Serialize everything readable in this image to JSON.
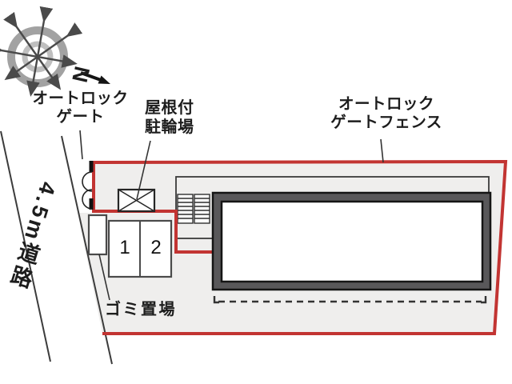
{
  "plan": {
    "compass": {
      "north": "N"
    },
    "labels": {
      "autolock_gate": [
        "オートロック",
        "ゲート"
      ],
      "covered_bike_parking": [
        "屋根付",
        "駐輪場"
      ],
      "autolock_gate_fence": [
        "オートロック",
        "ゲートフェンス"
      ],
      "garbage_area": "ゴミ置場",
      "road": "4.5m道路"
    },
    "parking_spaces": [
      "1",
      "2"
    ],
    "colors": {
      "boundary_red": "#c23432",
      "building_gray": "#59585a",
      "site_fill": "#efeeed",
      "line_dark": "#333333"
    }
  }
}
